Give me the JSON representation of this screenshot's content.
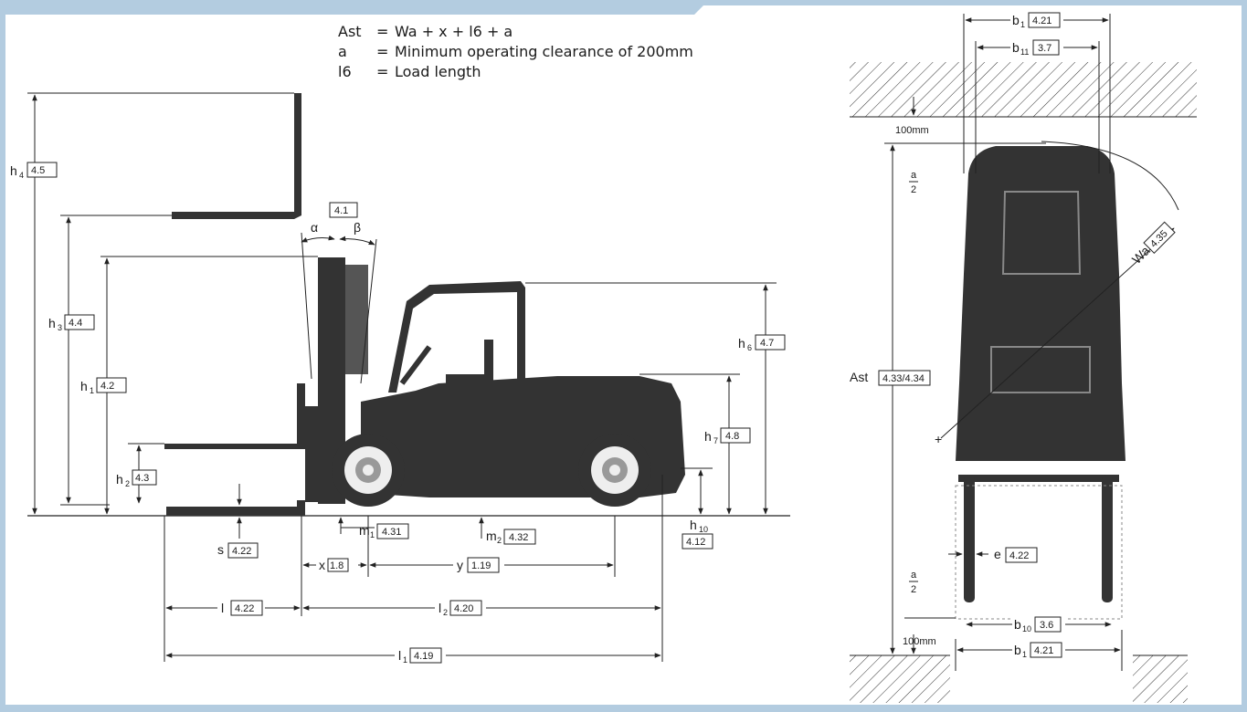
{
  "formula": {
    "lines": [
      {
        "sym": "Ast",
        "eq": "=",
        "text": "Wa + x + l6 + a"
      },
      {
        "sym": "a",
        "eq": "=",
        "text": "Minimum operating clearance of 200mm"
      },
      {
        "sym": "l6",
        "eq": "=",
        "text": "Load length"
      }
    ]
  },
  "side_view": {
    "h4": {
      "sym": "h",
      "sub": "4",
      "ref": "4.5"
    },
    "h3": {
      "sym": "h",
      "sub": "3",
      "ref": "4.4"
    },
    "h1": {
      "sym": "h",
      "sub": "1",
      "ref": "4.2"
    },
    "h2": {
      "sym": "h",
      "sub": "2",
      "ref": "4.3"
    },
    "h6": {
      "sym": "h",
      "sub": "6",
      "ref": "4.7"
    },
    "h7": {
      "sym": "h",
      "sub": "7",
      "ref": "4.8"
    },
    "h10": {
      "sym": "h",
      "sub": "10",
      "ref": "4.12"
    },
    "tilt": {
      "ref": "4.1",
      "alpha": "α",
      "beta": "β"
    },
    "s": {
      "sym": "s",
      "ref": "4.22"
    },
    "m1": {
      "sym": "m",
      "sub": "1",
      "ref": "4.31"
    },
    "m2": {
      "sym": "m",
      "sub": "2",
      "ref": "4.32"
    },
    "x": {
      "sym": "x",
      "ref": "1.8"
    },
    "y": {
      "sym": "y",
      "ref": "1.19"
    },
    "l": {
      "sym": "l",
      "ref": "4.22"
    },
    "l2": {
      "sym": "l",
      "sub": "2",
      "ref": "4.20"
    },
    "l1": {
      "sym": "l",
      "sub": "1",
      "ref": "4.19"
    }
  },
  "top_view": {
    "b1_top": {
      "sym": "b",
      "sub": "1",
      "ref": "4.21"
    },
    "b11": {
      "sym": "b",
      "sub": "11",
      "ref": "3.7"
    },
    "clearance_top": "100mm",
    "a2_top": {
      "num": "a",
      "den": "2"
    },
    "wa": {
      "sym": "Wa",
      "ref": "4.35"
    },
    "ast": {
      "sym": "Ast",
      "ref": "4.33/4.34"
    },
    "e": {
      "sym": "e",
      "ref": "4.22"
    },
    "a2_bottom": {
      "num": "a",
      "den": "2"
    },
    "b10": {
      "sym": "b",
      "sub": "10",
      "ref": "3.6"
    },
    "clearance_bottom": "100mm",
    "b1_bottom": {
      "sym": "b",
      "sub": "1",
      "ref": "4.21"
    }
  },
  "colors": {
    "frame": "#b3cce0",
    "panel": "#ffffff",
    "machine": "#333333",
    "line": "#222222"
  }
}
